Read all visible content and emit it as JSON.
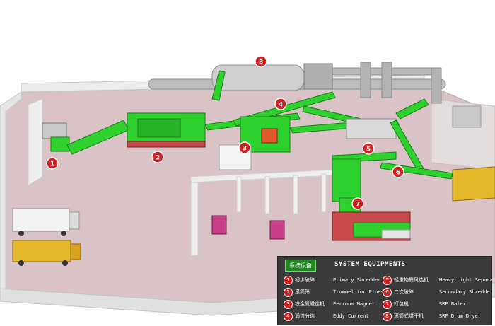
{
  "legend": {
    "title_cn": "系统设备",
    "title_en": "SYSTEM EQUIPMENTS",
    "items": [
      {
        "num": "1",
        "cn": "初步破碎",
        "en": "Primary Shredder"
      },
      {
        "num": "2",
        "cn": "滚筒筛",
        "en": "Trommel for Fines"
      },
      {
        "num": "3",
        "cn": "铁金属磁选机",
        "en": "Ferrous Magnet"
      },
      {
        "num": "4",
        "cn": "涡流分选",
        "en": "Eddy Current"
      },
      {
        "num": "5",
        "cn": "轻重物质风选机",
        "en": "Heavy Light Separator"
      },
      {
        "num": "6",
        "cn": "二次破碎",
        "en": "Secondary Shredder"
      },
      {
        "num": "7",
        "cn": "打包机",
        "en": "SRF Baler"
      },
      {
        "num": "8",
        "cn": "滚筒式烘干机",
        "en": "SRF Drum Dryer"
      }
    ]
  },
  "markers": [
    "1",
    "2",
    "3",
    "4",
    "5",
    "6",
    "7",
    "8"
  ],
  "colors": {
    "machine_green": "#2fd12f",
    "floor": "#d9c3c6",
    "wall": "#e8e8e8",
    "marker_red": "#d32020",
    "legend_bg": "#3a3a3a"
  }
}
